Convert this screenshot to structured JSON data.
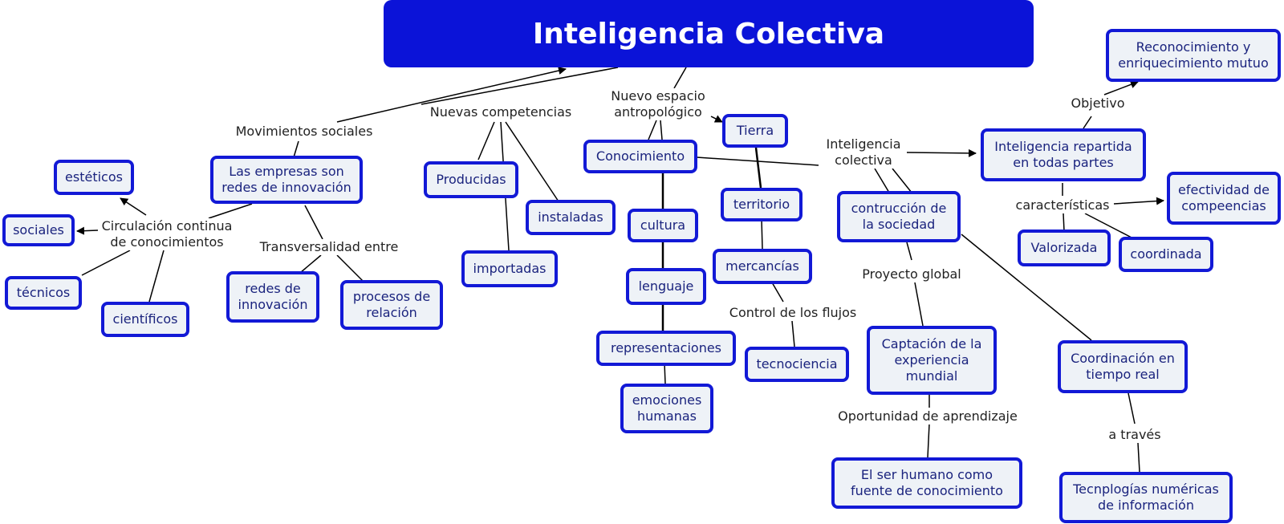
{
  "title": "Inteligencia Colectiva",
  "nodes": {
    "esteticos": "estéticos",
    "sociales": "sociales",
    "tecnicos": "técnicos",
    "cientificos": "científicos",
    "empresas": "Las empresas son redes de innovación",
    "redes": "redes de innovación",
    "procesos": "procesos de relación",
    "producidas": "Producidas",
    "instaladas": "instaladas",
    "importadas": "importadas",
    "conocimiento": "Conocimiento",
    "cultura": "cultura",
    "lenguaje": "lenguaje",
    "representaciones": "representaciones",
    "emociones": "emociones humanas",
    "tierra": "Tierra",
    "territorio": "territorio",
    "mercancias": "mercancías",
    "tecnociencia": "tecnociencia",
    "construccion": "contrucción de la sociedad",
    "captacion": "Captación de la experiencia mundial",
    "ser_humano": "El ser humano como fuente de conocimiento",
    "repartida": "Inteligencia repartida en todas partes",
    "reconocimiento": "Reconocimiento y enriquecimiento mutuo",
    "efectividad": "efectividad de compeencias",
    "valorizada": "Valorizada",
    "coordinada": "coordinada",
    "coordinacion": "Coordinación en tiempo real",
    "tecnologias": "Tecnplogías numéricas de información"
  },
  "labels": {
    "movimientos": "Movimientos sociales",
    "circulacion": "Circulación continua de conocimientos",
    "transversalidad": "Transversalidad entre",
    "nuevas_competencias": "Nuevas competencias",
    "nuevo_espacio": "Nuevo espacio antropológico",
    "control": "Control de los flujos",
    "intel_colectiva": "Inteligencia colectiva",
    "proyecto": "Proyecto global",
    "oportunidad": "Oportunidad de aprendizaje",
    "objetivo": "Objetivo",
    "caracteristicas": "características",
    "a_traves": "a través"
  },
  "colors": {
    "title_bg": "#0b13d8",
    "node_border": "#1219d6",
    "node_fill": "#eef2f7",
    "node_text": "#1a237e",
    "line": "#000000"
  }
}
